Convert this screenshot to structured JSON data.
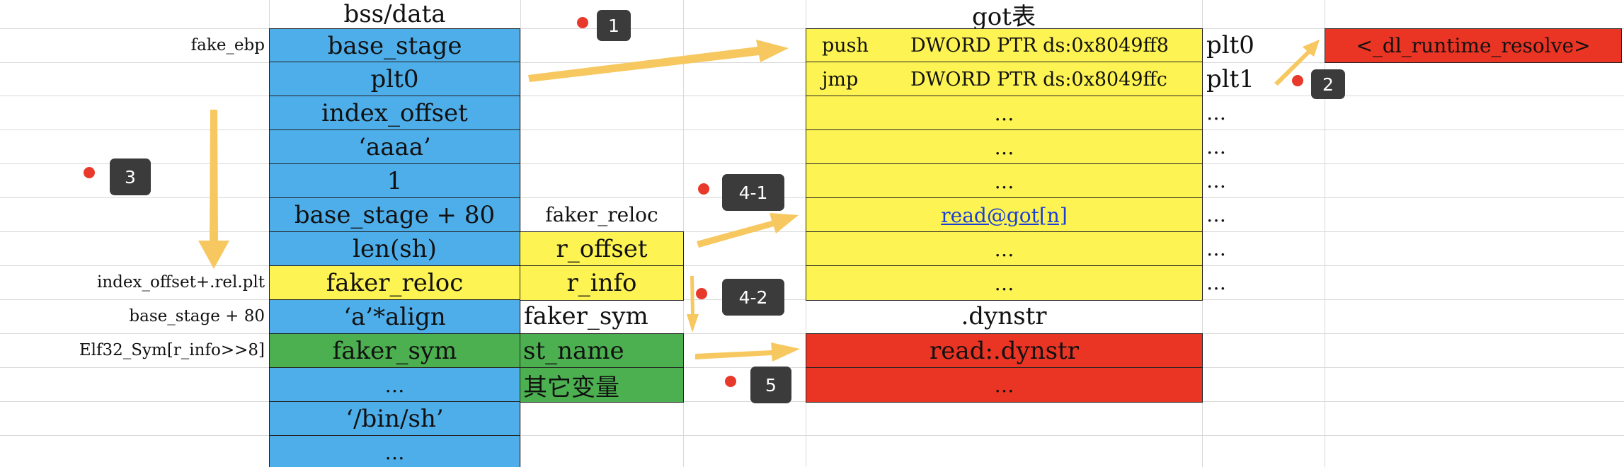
{
  "headers": {
    "bss": "bss/data",
    "got": "got表",
    "dynstr": ".dynstr",
    "faker_reloc": "faker_reloc",
    "faker_sym": "faker_sym"
  },
  "left_labels": {
    "fake_ebp": "fake_ebp",
    "index_offset_rel": "index_offset+.rel.plt",
    "base_stage_80": "base_stage + 80",
    "elf32_sym": "Elf32_Sym[r_info>>8]"
  },
  "bss_cells": [
    "base_stage",
    "plt0",
    "index_offset",
    "‘aaaa’",
    "1",
    "base_stage + 80",
    "len(sh)",
    "faker_reloc",
    "‘a’*align",
    "faker_sym",
    "…",
    "‘/bin/sh’",
    "…"
  ],
  "reloc_cells": {
    "r_offset": "r_offset",
    "r_info": "r_info"
  },
  "sym_cells": {
    "st_name": "st_name",
    "other": "其它变量"
  },
  "got": {
    "row0_op": "push",
    "row0_arg": "DWORD PTR ds:0x8049ff8",
    "row1_op": "jmp",
    "row1_arg": "DWORD PTR ds:0x8049ffc",
    "ellipsis": "…",
    "read_got": "read@got[n]"
  },
  "plt_labels": {
    "plt0": "plt0",
    "plt1": "plt1",
    "dots": "…"
  },
  "resolve": "<_dl_runtime_resolve>",
  "dynstr_cells": {
    "read": "read:.dynstr",
    "dots": "…"
  },
  "badges": {
    "b1": "1",
    "b2": "2",
    "b3": "3",
    "b4_1": "4-1",
    "b4_2": "4-2",
    "b5": "5"
  },
  "colors": {
    "blue": "#4eaeea",
    "yellow": "#fdf352",
    "green": "#4caf50",
    "red": "#ea3424",
    "arrow": "#f7c85f",
    "badge": "#3b3b3b",
    "dot": "#e8392a"
  }
}
